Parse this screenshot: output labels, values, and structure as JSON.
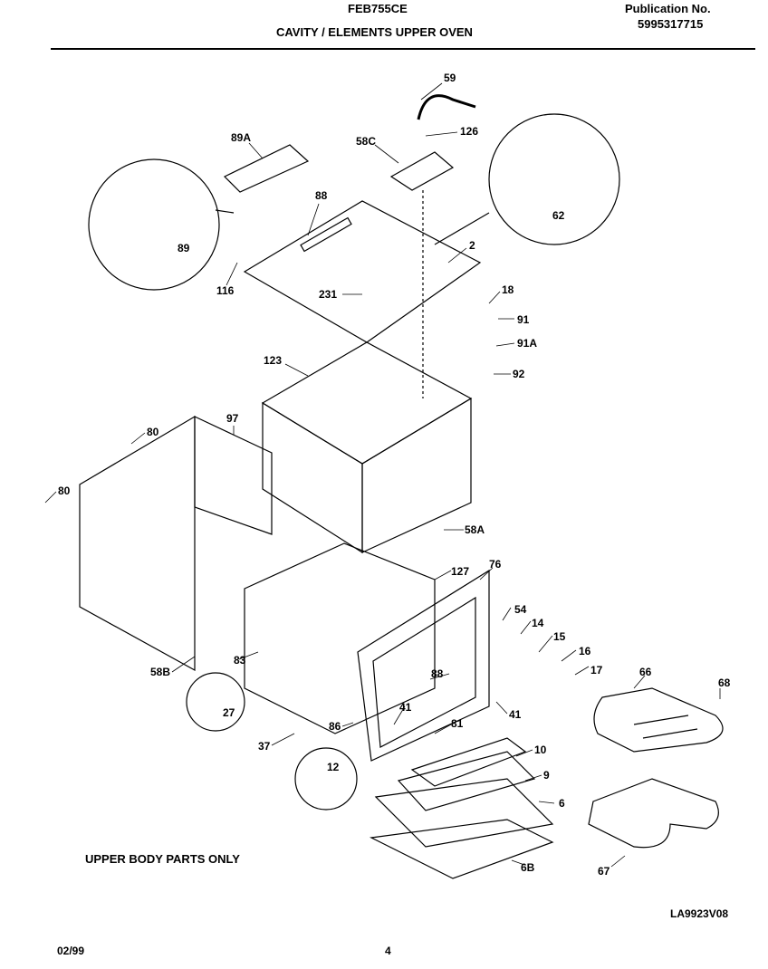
{
  "header": {
    "model": "FEB755CE",
    "section_title": "CAVITY / ELEMENTS UPPER OVEN",
    "publication_label": "Publication No.",
    "publication_number": "5995317715"
  },
  "callouts": {
    "c59": "59",
    "c126": "126",
    "c58C": "58C",
    "c89A": "89A",
    "c88a": "88",
    "c89": "89",
    "c116": "116",
    "c2": "2",
    "c62": "62",
    "c231": "231",
    "c18": "18",
    "c91": "91",
    "c91A": "91A",
    "c92": "92",
    "c123": "123",
    "c97": "97",
    "c80a": "80",
    "c80b": "80",
    "c58A": "58A",
    "c127": "127",
    "c76": "76",
    "c54": "54",
    "c14": "14",
    "c15": "15",
    "c16": "16",
    "c17": "17",
    "c66": "66",
    "c68": "68",
    "c83": "83",
    "c58B": "58B",
    "c88b": "88",
    "c41a": "41",
    "c41b": "41",
    "c27": "27",
    "c37": "37",
    "c86": "86",
    "c81": "81",
    "c10": "10",
    "c9": "9",
    "c6": "6",
    "c12": "12",
    "c6B": "6B",
    "c67": "67"
  },
  "footer": {
    "note": "UPPER BODY PARTS ONLY",
    "figure_code": "LA9923V08",
    "date": "02/99",
    "page_number": "4"
  }
}
